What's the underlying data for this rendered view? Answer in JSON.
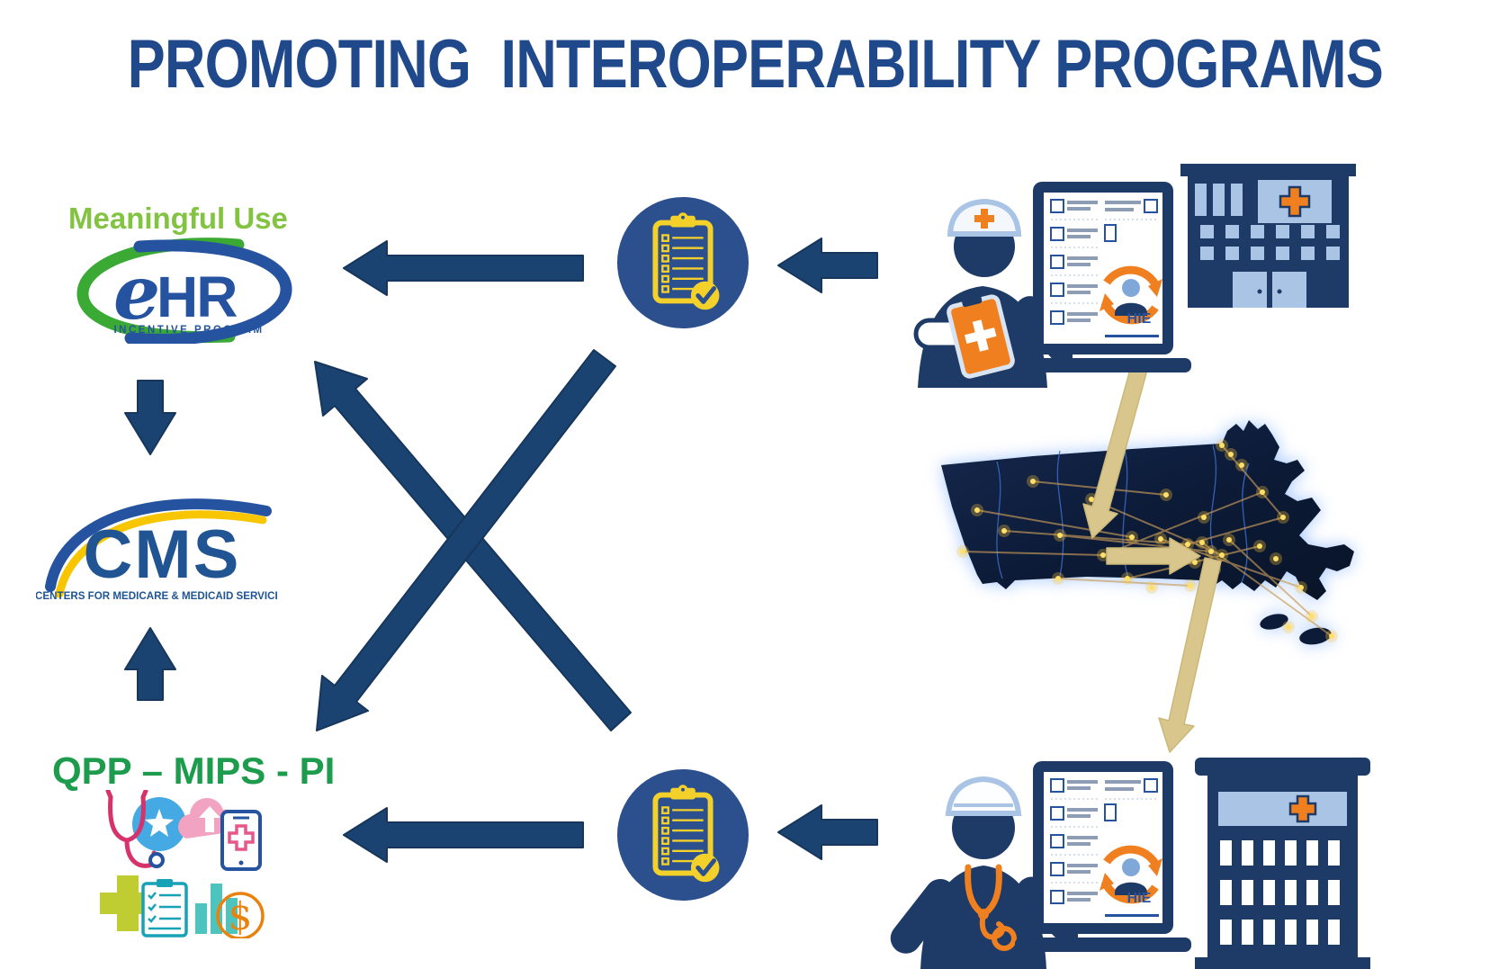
{
  "header": {
    "title": "PROMOTING  INTEROPERABILITY PROGRAMS"
  },
  "left_column": {
    "meaningful_use_label": "Meaningful Use",
    "ehr_logo": {
      "e": "e",
      "hr": "HR",
      "subtitle": "INCENTIVE PROGRAM"
    },
    "cms_logo": {
      "acronym": "CMS",
      "subtitle": "CENTERS FOR MEDICARE & MEDICAID SERVICES"
    },
    "qpp_label": "QPP – MIPS - PI",
    "dollar_glyph": "$"
  },
  "right_column": {
    "hie_label_top": "HIE",
    "hie_label_bottom": "HIE"
  },
  "icons": {
    "clipboard-check-badge": "yellow checklist clipboard with check mark inside dark blue circle",
    "stethoscope-icon": "crimson stethoscope outline",
    "star-circle-icon": "white star in sky-blue circle",
    "cloud-upload-icon": "pink cloud with white up arrow",
    "mobile-health-icon": "phone outline with pink medical cross",
    "medical-cross-icon": "lime green plus sign",
    "checklist-icon": "teal clipboard checklist",
    "bar-chart-icon": "teal bar chart",
    "dollar-icon": "orange dollar sign in orange ring",
    "nurse-icon": "nurse with cap and orange clipboard",
    "doctor-icon": "doctor with cap and orange stethoscope",
    "laptop-icon": "laptop showing EHR dashboard and HIE exchange logo",
    "hospital-icon": "navy hospital building with orange cross sign",
    "massachusetts-map": "dark Massachusetts map with glowing network nodes and links",
    "flow-arrows": "navy process arrows and tan data-flow arrows"
  },
  "colors": {
    "title_navy": "#20498C",
    "arrow_navy": "#1B4371",
    "badge_blue": "#2C4F8E",
    "accent_yellow": "#F3D02A",
    "meaningful_use_green": "#82C341",
    "qpp_green": "#1C9C4C",
    "ehr_blue": "#2553A0",
    "ehr_green": "#3BAA35",
    "cms_blue": "#205493",
    "cms_gold": "#F7C600",
    "figure_navy": "#1E3A66",
    "light_blue": "#A9C4E4",
    "orange": "#F0801F",
    "tan_arrow": "#D9C68C",
    "map_navy": "#0C1B38",
    "map_dot_yellow": "#FFE066",
    "network_tan": "#C89B5A",
    "teal": "#17A2B8",
    "bar_teal": "#4DC5BE",
    "pink": "#F2A3C2",
    "crimson": "#D6336C",
    "lime": "#BFCC32",
    "sky_blue": "#45AAE3"
  }
}
